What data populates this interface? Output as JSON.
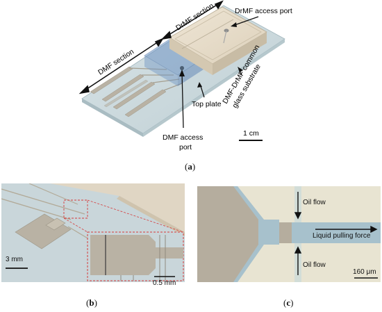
{
  "panel_a": {
    "labels": {
      "dmf_section": "DMF section",
      "drmf_section": "DrMF section",
      "drmf_access_port": "DrMF access port",
      "common_substrate_line1": "DMF-DrMF common",
      "common_substrate_line2": "glass substrate",
      "top_plate": "Top plate",
      "dmf_access_port_line1": "DMF access",
      "dmf_access_port_line2": "port",
      "scale": "1 cm"
    },
    "caption": "a"
  },
  "panel_b": {
    "scale_main": "3 mm",
    "scale_inset": "0.5 mm",
    "caption": "b"
  },
  "panel_c": {
    "oil_flow_top": "Oil flow",
    "liquid_pulling_force": "Liquid pulling force",
    "oil_flow_bottom": "Oil flow",
    "scale": "160 μm",
    "caption": "c"
  },
  "colors": {
    "glass": "#c9d6da",
    "top_plate": "#6f95c4",
    "pad": "#b9b2a4",
    "block": "#e6dccb",
    "oil": "#e8e4d2",
    "liquid": "#a7c1cc",
    "inset_border": "#d63a3a"
  }
}
